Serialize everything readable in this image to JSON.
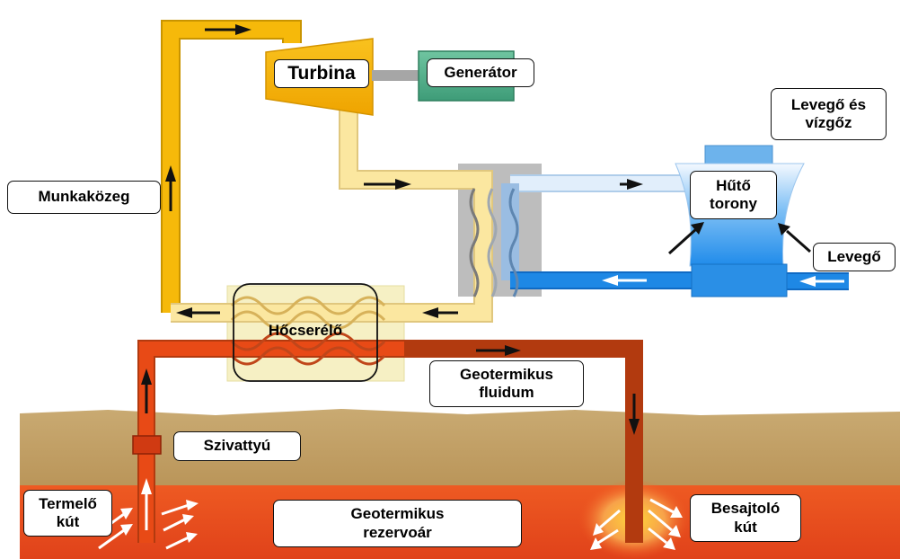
{
  "labels": {
    "turbine": "Turbina",
    "generator": "Generátor",
    "air_vapor_line1": "Levegő és",
    "air_vapor_line2": "vízgőz",
    "working_fluid": "Munkaközeg",
    "cooling_tower_line1": "Hűtő",
    "cooling_tower_line2": "torony",
    "air": "Levegő",
    "heat_exchanger": "Hőcserélő",
    "geo_fluid_line1": "Geotermikus",
    "geo_fluid_line2": "fluidum",
    "pump": "Szivattyú",
    "production_well_line1": "Termelő",
    "production_well_line2": "kút",
    "reservoir_line1": "Geotermikus",
    "reservoir_line2": "rezervoár",
    "injection_well_line1": "Besajtoló",
    "injection_well_line2": "kút"
  },
  "colors": {
    "working_fluid_hot": "#F5B400",
    "working_fluid_cool": "#FBE7A0",
    "geo_fluid": "#E8531B",
    "cooling_water_cold": "#1C86E6",
    "cooling_water_light": "#DCEBFA",
    "generator": "#5DB894",
    "ground": "#C4A36A",
    "reservoir": "#E64A1C",
    "heat_exchanger_box": "#F6F0C4",
    "condenser": "#BDBDBD"
  }
}
